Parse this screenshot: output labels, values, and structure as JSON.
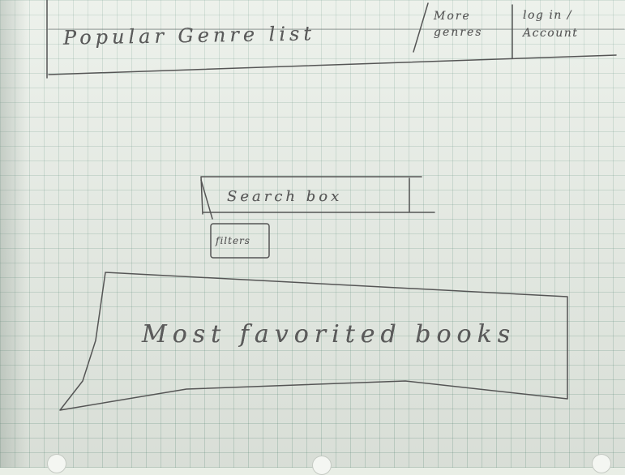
{
  "nav": {
    "popular_genre_list": "Popular Genre list",
    "more_genres_line1": "More",
    "more_genres_line2": "genres",
    "login_line1": "log in /",
    "login_line2": "Account"
  },
  "search": {
    "placeholder": "Search box"
  },
  "filters": {
    "label": "filters"
  },
  "main": {
    "most_favorited_label": "Most favorited books"
  }
}
